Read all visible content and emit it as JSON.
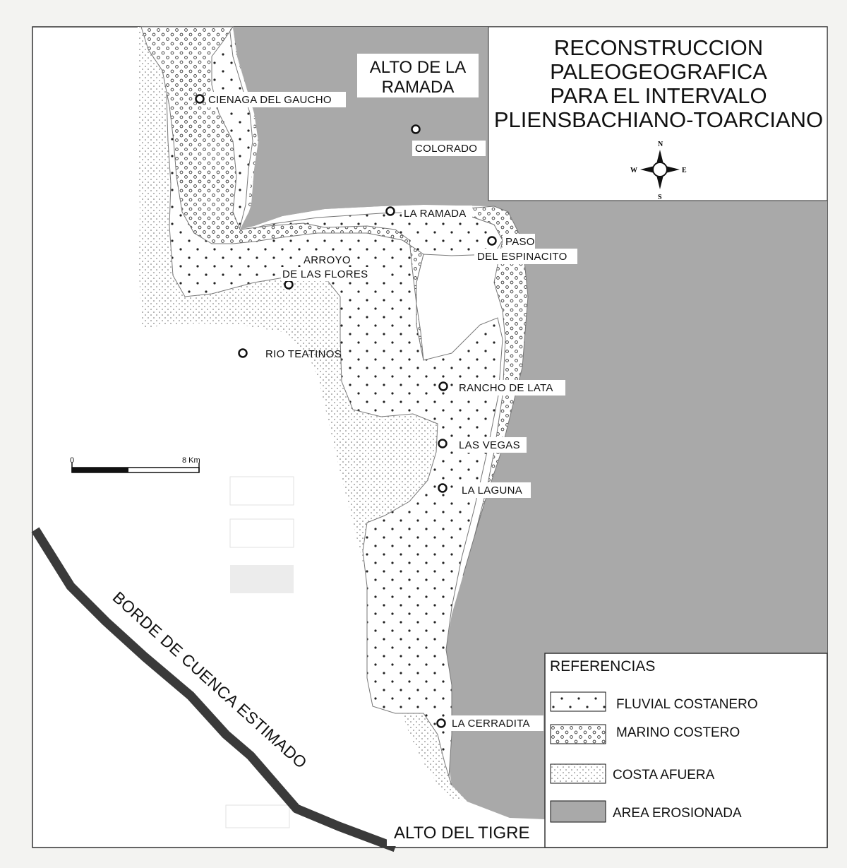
{
  "title": {
    "lines": [
      "RECONSTRUCCION",
      "PALEOGEOGRAFICA",
      "PARA EL INTERVALO",
      "PLIENSBACHIANO-TOARCIANO"
    ]
  },
  "compass": {
    "n": "N",
    "s": "S",
    "e": "E",
    "w": "W"
  },
  "scale": {
    "start": "0",
    "end": "8 Km"
  },
  "regions": {
    "alto_ramada": [
      "ALTO DE LA",
      "RAMADA"
    ],
    "alto_tigre": "ALTO DEL TIGRE",
    "basin_border": "BORDE DE CUENCA ESTIMADO"
  },
  "localities": [
    {
      "name": "CIENAGA DEL GAUCHO"
    },
    {
      "name": "COLORADO"
    },
    {
      "name": "LA RAMADA"
    },
    {
      "name": "PASO",
      "name2": "DEL ESPINACITO"
    },
    {
      "name": "ARROYO",
      "name2": "DE LAS FLORES"
    },
    {
      "name": "RIO TEATINOS"
    },
    {
      "name": "RANCHO DE LATA"
    },
    {
      "name": "LAS VEGAS"
    },
    {
      "name": "LA LAGUNA"
    },
    {
      "name": "LA CERRADITA"
    }
  ],
  "legend": {
    "title": "REFERENCIAS",
    "items": [
      {
        "label": "FLUVIAL COSTANERO",
        "pattern": "fluvial"
      },
      {
        "label": "MARINO COSTERO",
        "pattern": "marino"
      },
      {
        "label": "COSTA AFUERA",
        "pattern": "costa"
      },
      {
        "label": "AREA EROSIONADA",
        "pattern": "erosion",
        "color": "#a9a9a9"
      }
    ]
  },
  "colors": {
    "erosion": "#a9a9a9",
    "border_band": "#3a3a3a",
    "paper": "#ffffff"
  }
}
